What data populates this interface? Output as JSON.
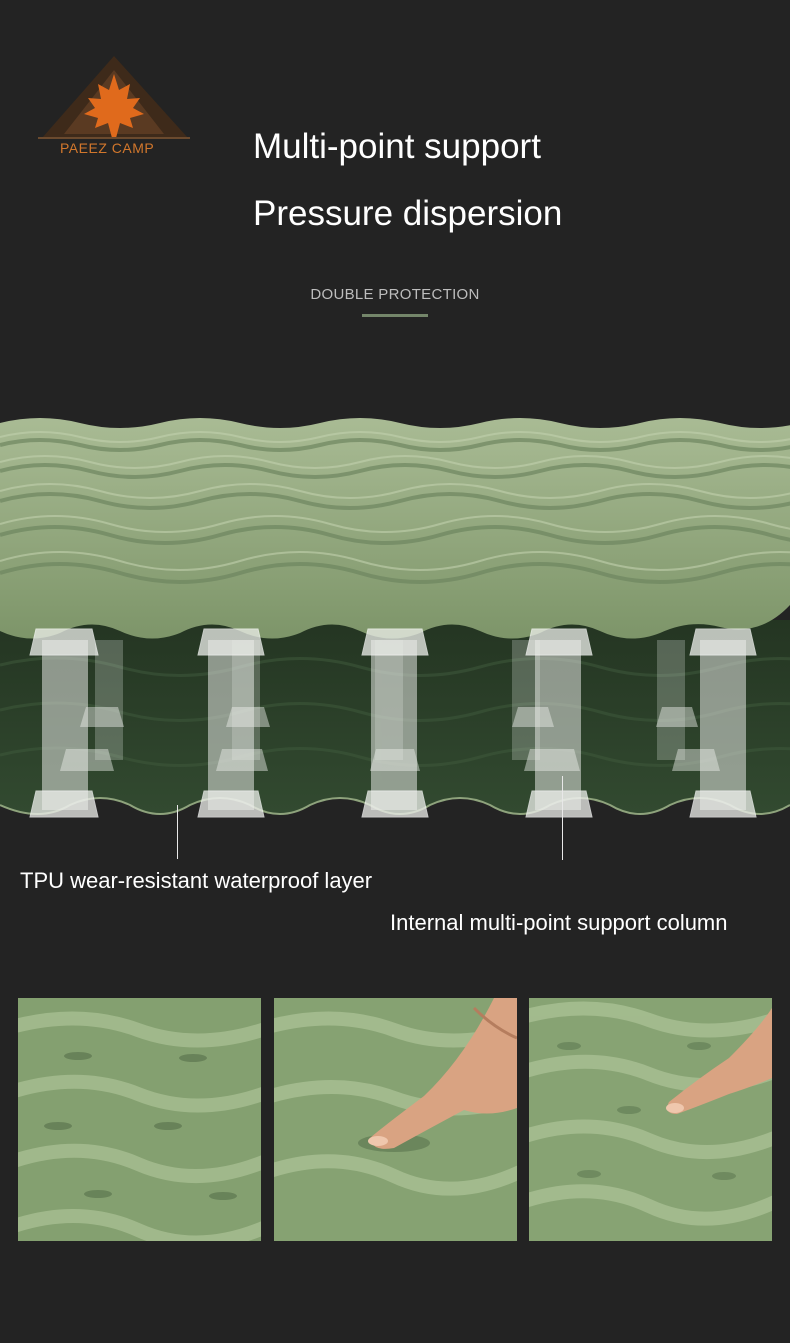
{
  "brand": {
    "name": "PAEEZ CAMP",
    "logo_icon": "maple-leaf-tent-icon"
  },
  "headline": {
    "line1": "Multi-point support",
    "line2": "Pressure dispersion"
  },
  "subheading": "DOUBLE PROTECTION",
  "callouts": {
    "tpu_layer": "TPU wear-resistant waterproof layer",
    "support_column": "Internal multi-point support column"
  },
  "colors": {
    "background": "#232323",
    "mat_green": "#8ca477",
    "mat_dark": "#2c3d2a",
    "accent": "#74866a",
    "logo_orange": "#d2772c"
  }
}
